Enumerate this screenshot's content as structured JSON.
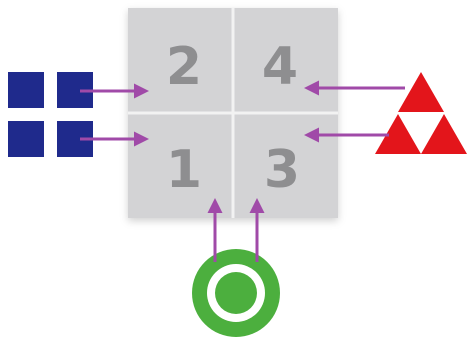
{
  "grid": {
    "cells": [
      {
        "label": "2"
      },
      {
        "label": "4"
      },
      {
        "label": "1"
      },
      {
        "label": "3"
      }
    ]
  },
  "colors": {
    "grid_fill": "#d3d3d5",
    "grid_line": "#f2f2f2",
    "number": "#8e8e90",
    "arrow": "#a04aa8",
    "squares": "#1f2a8c",
    "triangles": "#e3151b",
    "circle": "#4caf3e"
  },
  "icons": {
    "left": "blue-squares-icon",
    "right": "red-triangles-icon",
    "bottom": "green-ring-icon"
  }
}
